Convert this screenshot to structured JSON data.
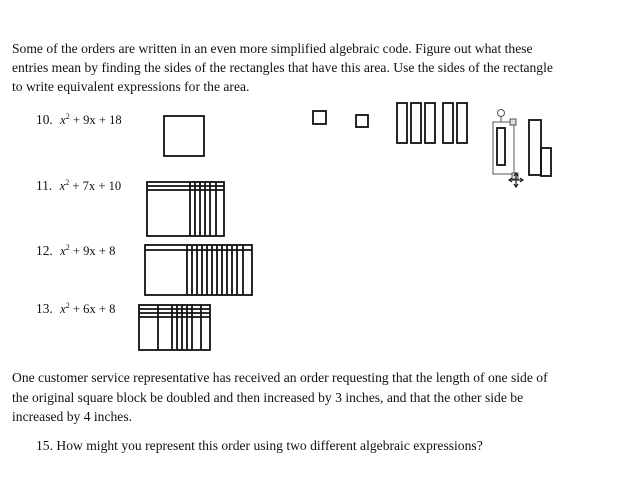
{
  "intro": {
    "line1": "Some of the orders are written in an even more simplified algebraic code.  Figure out what these",
    "line2": "entries mean by finding the sides of the rectangles that have this area.  Use the sides of the rectangle",
    "line3": "to write equivalent expressions for the area."
  },
  "problems": [
    {
      "number": "10.",
      "x2": "x",
      "exp": "2",
      "rest": " + 9x + 18"
    },
    {
      "number": "11.",
      "x2": "x",
      "exp": "2",
      "rest": " + 7x + 10"
    },
    {
      "number": "12.",
      "x2": "x",
      "exp": "2",
      "rest": " + 9x + 8"
    },
    {
      "number": "13.",
      "x2": "x",
      "exp": "2",
      "rest": " + 6x + 8"
    }
  ],
  "paragraph": {
    "line1": "One customer service representative has received an order requesting that the length of one side of",
    "line2": "the original square block be doubled and then increased by 3 inches, and that the other side be",
    "line3": "increased by 4 inches."
  },
  "question15": "15. How might you represent this order using two different algebraic expressions?"
}
